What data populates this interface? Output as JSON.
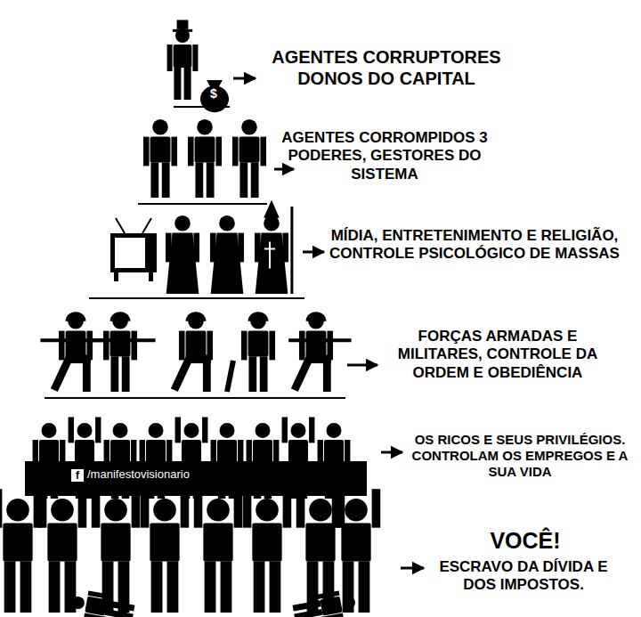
{
  "diagram": {
    "labels": [
      "AGENTES CORRUPTORES DONOS DO CAPITAL",
      "$",
      "AGENTES CORROMPIDOS 3 PODERES, GESTORES DO SISTEMA",
      "MÍDIA, ENTRETENIMENTO E RELIGIÃO, CONTROLE PSICOLÓGICO DE MASSAS",
      "FORÇAS ARMADAS E MILITARES, CONTROLE DA ORDEM E OBEDIÊNCIA",
      "OS RICOS E SEUS PRIVILÉGIOS. CONTROLAM OS EMPREGOS E A SUA VIDA",
      "f",
      "/manifestovisionario",
      "VOCÊ!",
      "ESCRAVO DA DÍVIDA E DOS IMPOSTOS."
    ]
  }
}
